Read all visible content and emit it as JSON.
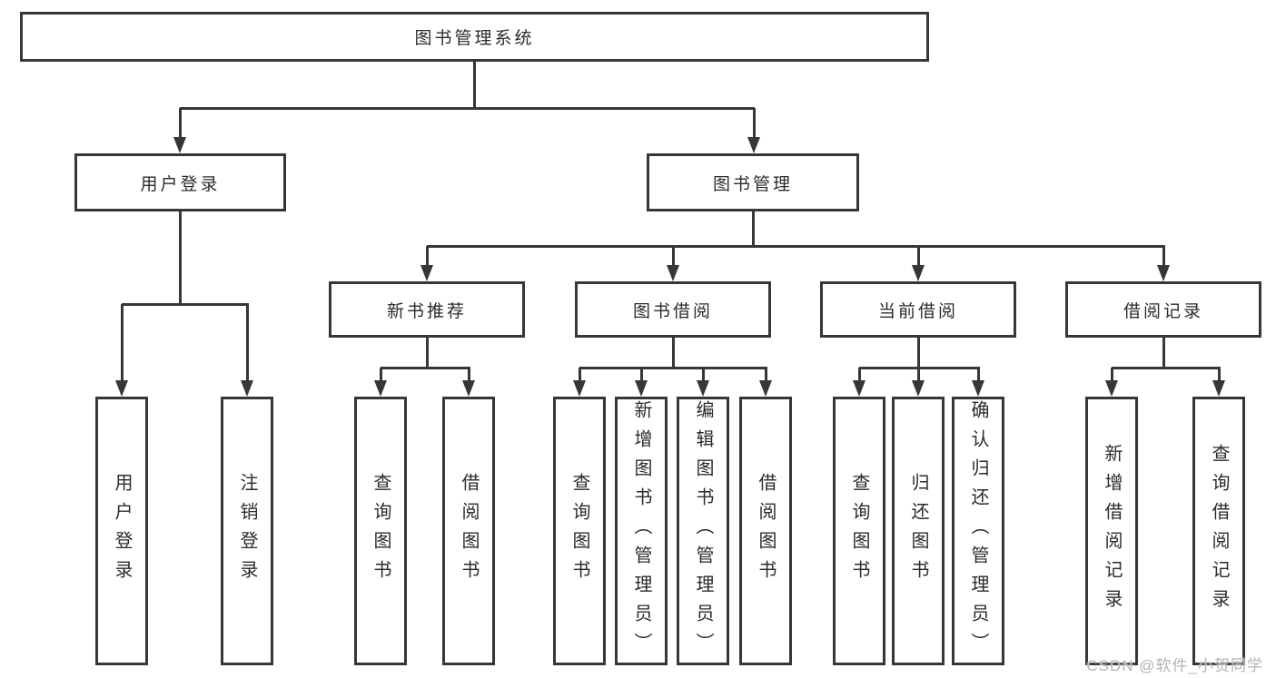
{
  "title": "图书管理系统",
  "nodes": {
    "root": {
      "label": "图书管理系统",
      "parent": ""
    },
    "user_login": {
      "label": "用户登录",
      "parent": "root"
    },
    "book_mgmt": {
      "label": "图书管理",
      "parent": "root"
    },
    "ul_login": {
      "label": "用户登录",
      "parent": "user_login"
    },
    "ul_logout": {
      "label": "注销登录",
      "parent": "user_login"
    },
    "new_book_rec": {
      "label": "新书推荐",
      "parent": "book_mgmt"
    },
    "book_borrow": {
      "label": "图书借阅",
      "parent": "book_mgmt"
    },
    "current_borrow": {
      "label": "当前借阅",
      "parent": "book_mgmt"
    },
    "borrow_records": {
      "label": "借阅记录",
      "parent": "book_mgmt"
    },
    "nbr_query": {
      "label": "查询图书",
      "parent": "new_book_rec"
    },
    "nbr_borrow": {
      "label": "借阅图书",
      "parent": "new_book_rec"
    },
    "bb_query": {
      "label": "查询图书",
      "parent": "book_borrow"
    },
    "bb_add": {
      "label": "新增图书（管理员）",
      "parent": "book_borrow"
    },
    "bb_edit": {
      "label": "编辑图书（管理员）",
      "parent": "book_borrow"
    },
    "bb_borrow": {
      "label": "借阅图书",
      "parent": "book_borrow"
    },
    "cb_query": {
      "label": "查询图书",
      "parent": "current_borrow"
    },
    "cb_return": {
      "label": "归还图书",
      "parent": "current_borrow"
    },
    "cb_confirm": {
      "label": "确认归还（管理员）",
      "parent": "current_borrow"
    },
    "br_add": {
      "label": "新增借阅记录",
      "parent": "borrow_records"
    },
    "br_query": {
      "label": "查询借阅记录",
      "parent": "borrow_records"
    }
  },
  "watermark": "CSDN @软件_小贺同学",
  "colors": {
    "line": "#373737",
    "text": "#2b2b2b",
    "watermark": "#b4b4b4",
    "background": "#ffffff"
  }
}
